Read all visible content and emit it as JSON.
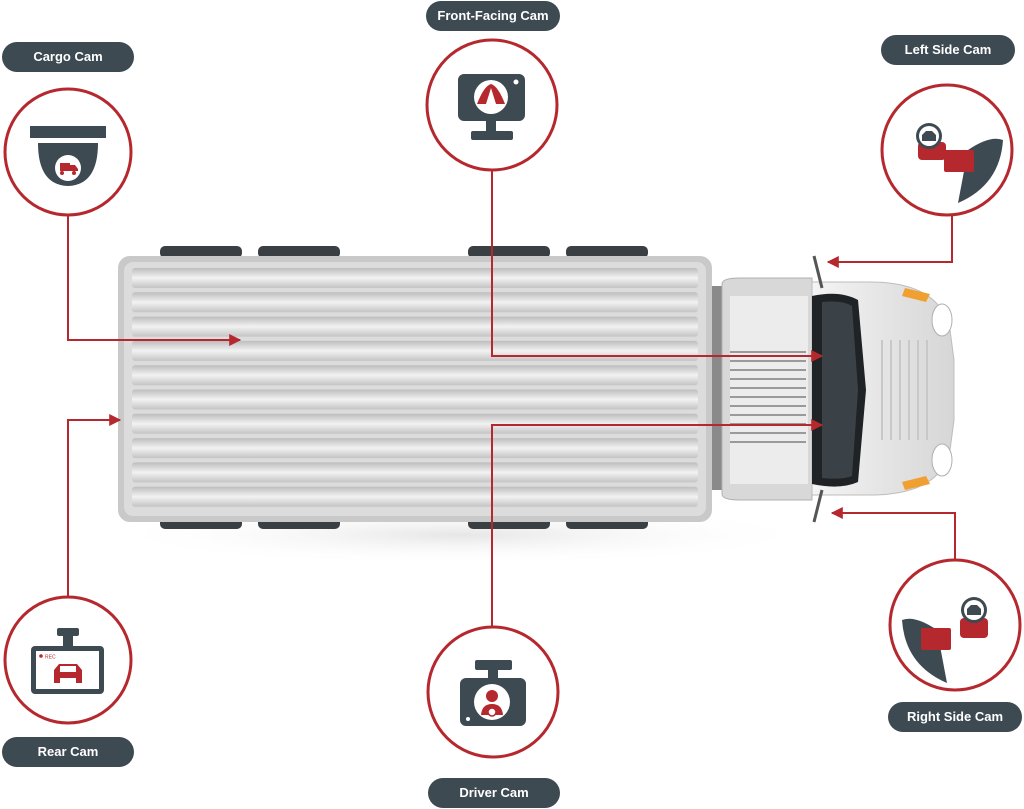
{
  "colors": {
    "accent": "#b5282e",
    "label_bg": "#3d4a52",
    "icon_dark": "#3d4a52",
    "truck_body": "#d9d9d9",
    "cab": "#e8e8e8"
  },
  "cameras": [
    {
      "id": "cargo",
      "label": "Cargo Cam",
      "icon": "dome-camera-icon"
    },
    {
      "id": "front",
      "label": "Front-Facing Cam",
      "icon": "dashcam-road-icon"
    },
    {
      "id": "left",
      "label": "Left Side Cam",
      "icon": "side-mirror-camera-icon"
    },
    {
      "id": "rear",
      "label": "Rear Cam",
      "icon": "rear-view-car-icon"
    },
    {
      "id": "driver",
      "label": "Driver Cam",
      "icon": "driver-camera-icon"
    },
    {
      "id": "right",
      "label": "Right Side Cam",
      "icon": "side-mirror-camera-icon"
    }
  ],
  "rear_cam_screen_text": "REC"
}
